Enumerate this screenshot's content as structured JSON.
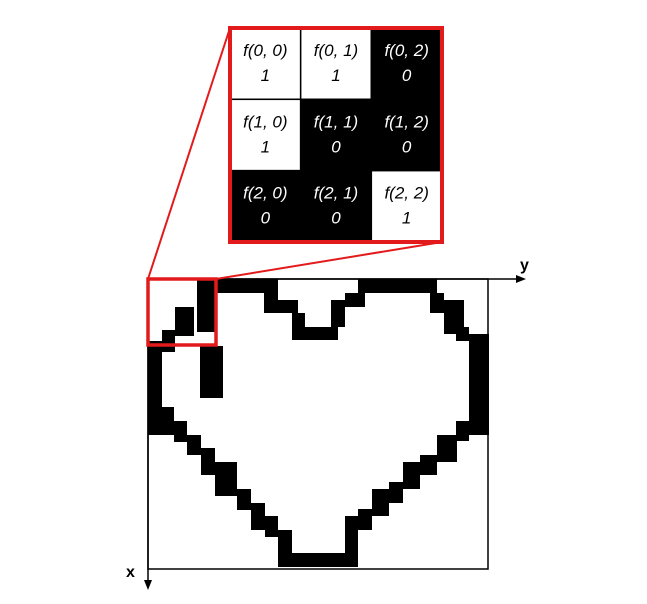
{
  "axes": {
    "x_label": "x",
    "y_label": "y"
  },
  "zoom_grid": {
    "cells": [
      [
        {
          "fn": "f(0, 0)",
          "value": "1",
          "fill": "white"
        },
        {
          "fn": "f(0, 1)",
          "value": "1",
          "fill": "white"
        },
        {
          "fn": "f(0, 2)",
          "value": "0",
          "fill": "black"
        }
      ],
      [
        {
          "fn": "f(1, 0)",
          "value": "1",
          "fill": "white"
        },
        {
          "fn": "f(1, 1)",
          "value": "0",
          "fill": "black"
        },
        {
          "fn": "f(1, 2)",
          "value": "0",
          "fill": "black"
        }
      ],
      [
        {
          "fn": "f(2, 0)",
          "value": "0",
          "fill": "black"
        },
        {
          "fn": "f(2, 1)",
          "value": "0",
          "fill": "black"
        },
        {
          "fn": "f(2, 2)",
          "value": "1",
          "fill": "white"
        }
      ]
    ]
  },
  "colors": {
    "highlight": "#e31a1c",
    "ink": "#000000",
    "paper": "#ffffff"
  }
}
